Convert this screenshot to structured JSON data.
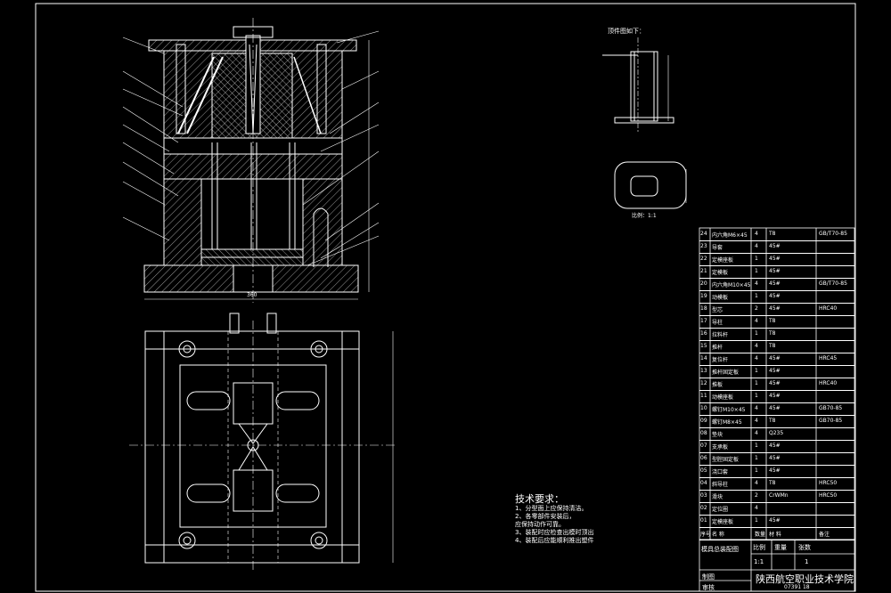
{
  "drawing": {
    "detail_label": "顶件图如下：",
    "scale_note": "比例：1:1",
    "dim_width": "360",
    "tech_req": {
      "title": "技术要求：",
      "items": [
        "1、分型面上应保持清洁。",
        "2、各零部件安装后，",
        "   应保持动作可靠。",
        "3、装配时应检查出模时顶出",
        "4、装配后应能顺利推出塑件"
      ]
    },
    "bom_header": {
      "no": "序号",
      "name": "名 称",
      "qty": "数量",
      "material": "材 料",
      "note": "备注"
    },
    "bom": [
      {
        "no": "24",
        "name": "内六角M6×45",
        "qty": "4",
        "material": "T8",
        "note": "GB/T70-85"
      },
      {
        "no": "23",
        "name": "导套",
        "qty": "4",
        "material": "45#",
        "note": ""
      },
      {
        "no": "22",
        "name": "定模座板",
        "qty": "1",
        "material": "45#",
        "note": ""
      },
      {
        "no": "21",
        "name": "定模板",
        "qty": "1",
        "material": "45#",
        "note": ""
      },
      {
        "no": "20",
        "name": "内六角M10×45",
        "qty": "4",
        "material": "45#",
        "note": "GB/T70-85"
      },
      {
        "no": "19",
        "name": "动模板",
        "qty": "1",
        "material": "45#",
        "note": ""
      },
      {
        "no": "18",
        "name": "型芯",
        "qty": "2",
        "material": "45#",
        "note": "HRC40"
      },
      {
        "no": "17",
        "name": "导柱",
        "qty": "4",
        "material": "T8",
        "note": ""
      },
      {
        "no": "16",
        "name": "拉料杆",
        "qty": "1",
        "material": "T8",
        "note": ""
      },
      {
        "no": "15",
        "name": "推杆",
        "qty": "4",
        "material": "T8",
        "note": ""
      },
      {
        "no": "14",
        "name": "复位杆",
        "qty": "4",
        "material": "45#",
        "note": "HRC45"
      },
      {
        "no": "13",
        "name": "推杆固定板",
        "qty": "1",
        "material": "45#",
        "note": ""
      },
      {
        "no": "12",
        "name": "推板",
        "qty": "1",
        "material": "45#",
        "note": "HRC40"
      },
      {
        "no": "11",
        "name": "动模座板",
        "qty": "1",
        "material": "45#",
        "note": ""
      },
      {
        "no": "10",
        "name": "螺钉M10×45",
        "qty": "4",
        "material": "45#",
        "note": "GB70-85"
      },
      {
        "no": "09",
        "name": "螺钉M8×45",
        "qty": "4",
        "material": "T8",
        "note": "GB70-85"
      },
      {
        "no": "08",
        "name": "垫块",
        "qty": "4",
        "material": "Q235",
        "note": ""
      },
      {
        "no": "07",
        "name": "支承板",
        "qty": "1",
        "material": "45#",
        "note": ""
      },
      {
        "no": "06",
        "name": "型腔固定板",
        "qty": "1",
        "material": "45#",
        "note": ""
      },
      {
        "no": "05",
        "name": "浇口套",
        "qty": "1",
        "material": "45#",
        "note": ""
      },
      {
        "no": "04",
        "name": "斜导柱",
        "qty": "4",
        "material": "T8",
        "note": "HRC50"
      },
      {
        "no": "03",
        "name": "滑块",
        "qty": "2",
        "material": "CrWMn",
        "note": "HRC50"
      },
      {
        "no": "02",
        "name": "定位圈",
        "qty": "4",
        "material": "",
        "note": ""
      },
      {
        "no": "01",
        "name": "定模座板",
        "qty": "1",
        "material": "45#",
        "note": ""
      }
    ],
    "title_block": {
      "drawing_title": "模具总装配图",
      "scale_label": "比例",
      "weight_label": "重量",
      "sheets_label": "张数",
      "scale_value": "1:1",
      "sheets_value": "1",
      "designer_label": "制图",
      "checker_label": "审核",
      "school": "陕西航空职业技术学院",
      "class_no": "07391 18"
    }
  }
}
